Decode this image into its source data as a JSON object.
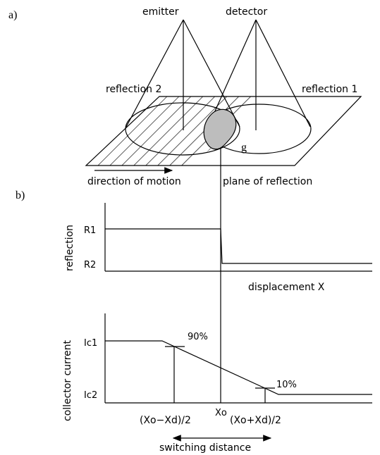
{
  "panel_a": {
    "label": "a)",
    "emitter": "emitter",
    "detector": "detector",
    "reflection_1": "reflection 1",
    "reflection_2": "reflection 2",
    "spot_label": "g",
    "direction": "direction of motion",
    "plane": "plane of reflection"
  },
  "panel_b": {
    "label": "b)",
    "reflection_axis": "reflection",
    "r1": "R1",
    "r2": "R2",
    "displacement": "displacement X",
    "current_axis": "collector current",
    "ic1": "Ic1",
    "ic2": "Ic2",
    "pct_90": "90%",
    "pct_10": "10%",
    "xo_minus": "(Xo−Xd)/2",
    "xo": "Xo",
    "xo_plus": "(Xo+Xd)/2",
    "switching": "switching distance"
  },
  "colors": {
    "ink": "#000000",
    "spot_fill": "#bdbdbd"
  }
}
